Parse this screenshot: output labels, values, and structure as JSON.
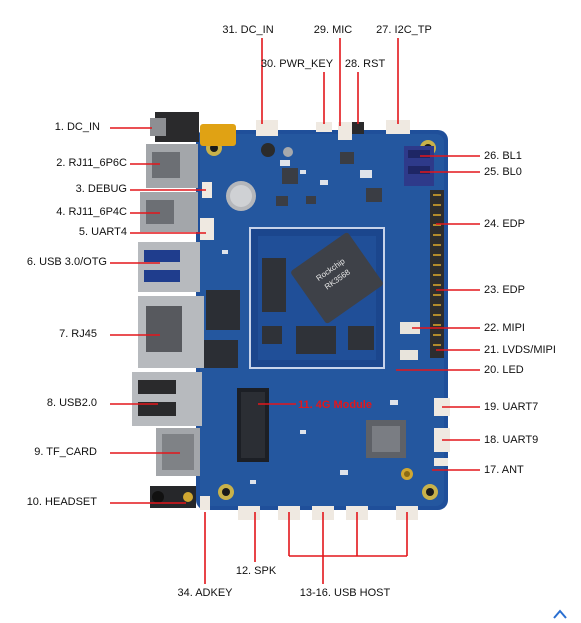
{
  "labels": {
    "l1": "1. DC_IN",
    "l2": "2. RJ11_6P6C",
    "l3": "3. DEBUG",
    "l4": "4. RJ11_6P4C",
    "l5": "5. UART4",
    "l6": "6. USB 3.0/OTG",
    "l7": "7. RJ45",
    "l8": "8. USB2.0",
    "l9": "9. TF_CARD",
    "l10": "10. HEADSET",
    "l12": "12. SPK",
    "l34": "34. ADKEY",
    "l1316": "13-16. USB HOST",
    "l31": "31. DC_IN",
    "l29": "29. MIC",
    "l27": "27. I2C_TP",
    "l30": "30. PWR_KEY",
    "l28": "28. RST",
    "l26": "26. BL1",
    "l25": "25. BL0",
    "l24": "24. EDP",
    "l23": "23. EDP",
    "l22": "22. MIPI",
    "l21": "21. LVDS/MIPI",
    "l20": "20. LED",
    "l19": "19. UART7",
    "l18": "18. UART9",
    "l17": "17. ANT",
    "l11": "11. 4G Module"
  },
  "chip": {
    "brand": "Rockchip",
    "model": "RK3568"
  },
  "colors": {
    "callout": "#e3161b",
    "board": "#1f4f9a",
    "board_dark": "#173d7a",
    "silk": "#dfe6f3"
  }
}
